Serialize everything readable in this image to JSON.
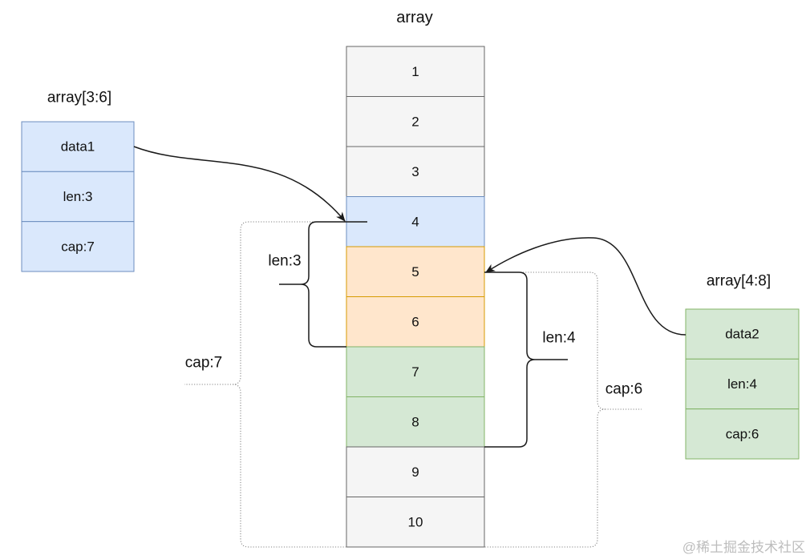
{
  "array": {
    "title": "array",
    "cells": [
      {
        "label": "1",
        "fill": "#f5f5f5",
        "stroke": "#666666"
      },
      {
        "label": "2",
        "fill": "#f5f5f5",
        "stroke": "#666666"
      },
      {
        "label": "3",
        "fill": "#f5f5f5",
        "stroke": "#666666"
      },
      {
        "label": "4",
        "fill": "#dae8fc",
        "stroke": "#6c8ebf"
      },
      {
        "label": "5",
        "fill": "#ffe6cc",
        "stroke": "#d79b00"
      },
      {
        "label": "6",
        "fill": "#ffe6cc",
        "stroke": "#d79b00"
      },
      {
        "label": "7",
        "fill": "#d5e8d4",
        "stroke": "#82b366"
      },
      {
        "label": "8",
        "fill": "#d5e8d4",
        "stroke": "#82b366"
      },
      {
        "label": "9",
        "fill": "#f5f5f5",
        "stroke": "#666666"
      },
      {
        "label": "10",
        "fill": "#f5f5f5",
        "stroke": "#666666"
      }
    ]
  },
  "slice_a": {
    "title": "array[3:6]",
    "fill": "#dae8fc",
    "stroke": "#6c8ebf",
    "fields": [
      "data1",
      "len:3",
      "cap:7"
    ],
    "len_label": "len:3",
    "cap_label": "cap:7"
  },
  "slice_b": {
    "title": "array[4:8]",
    "fill": "#d5e8d4",
    "stroke": "#82b366",
    "fields": [
      "data2",
      "len:4",
      "cap:6"
    ],
    "len_label": "len:4",
    "cap_label": "cap:6"
  },
  "watermark": "@稀土掘金技术社区"
}
